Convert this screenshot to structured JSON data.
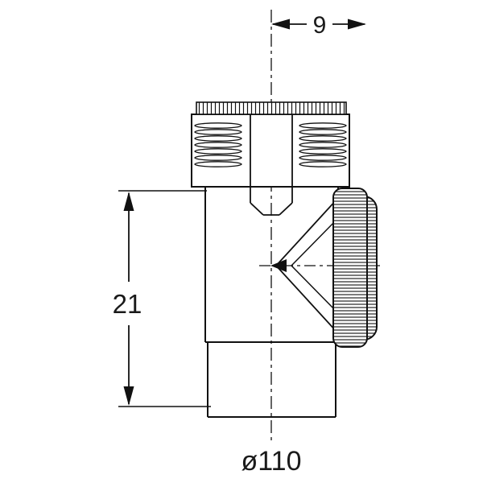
{
  "diagram": {
    "background": "#ffffff",
    "line_color": "#111111",
    "text_color": "#1a1a1a",
    "labels": {
      "top_width_dimension": "9",
      "left_height_dimension": "21",
      "bottom_diameter_dimension": "ø110"
    }
  }
}
